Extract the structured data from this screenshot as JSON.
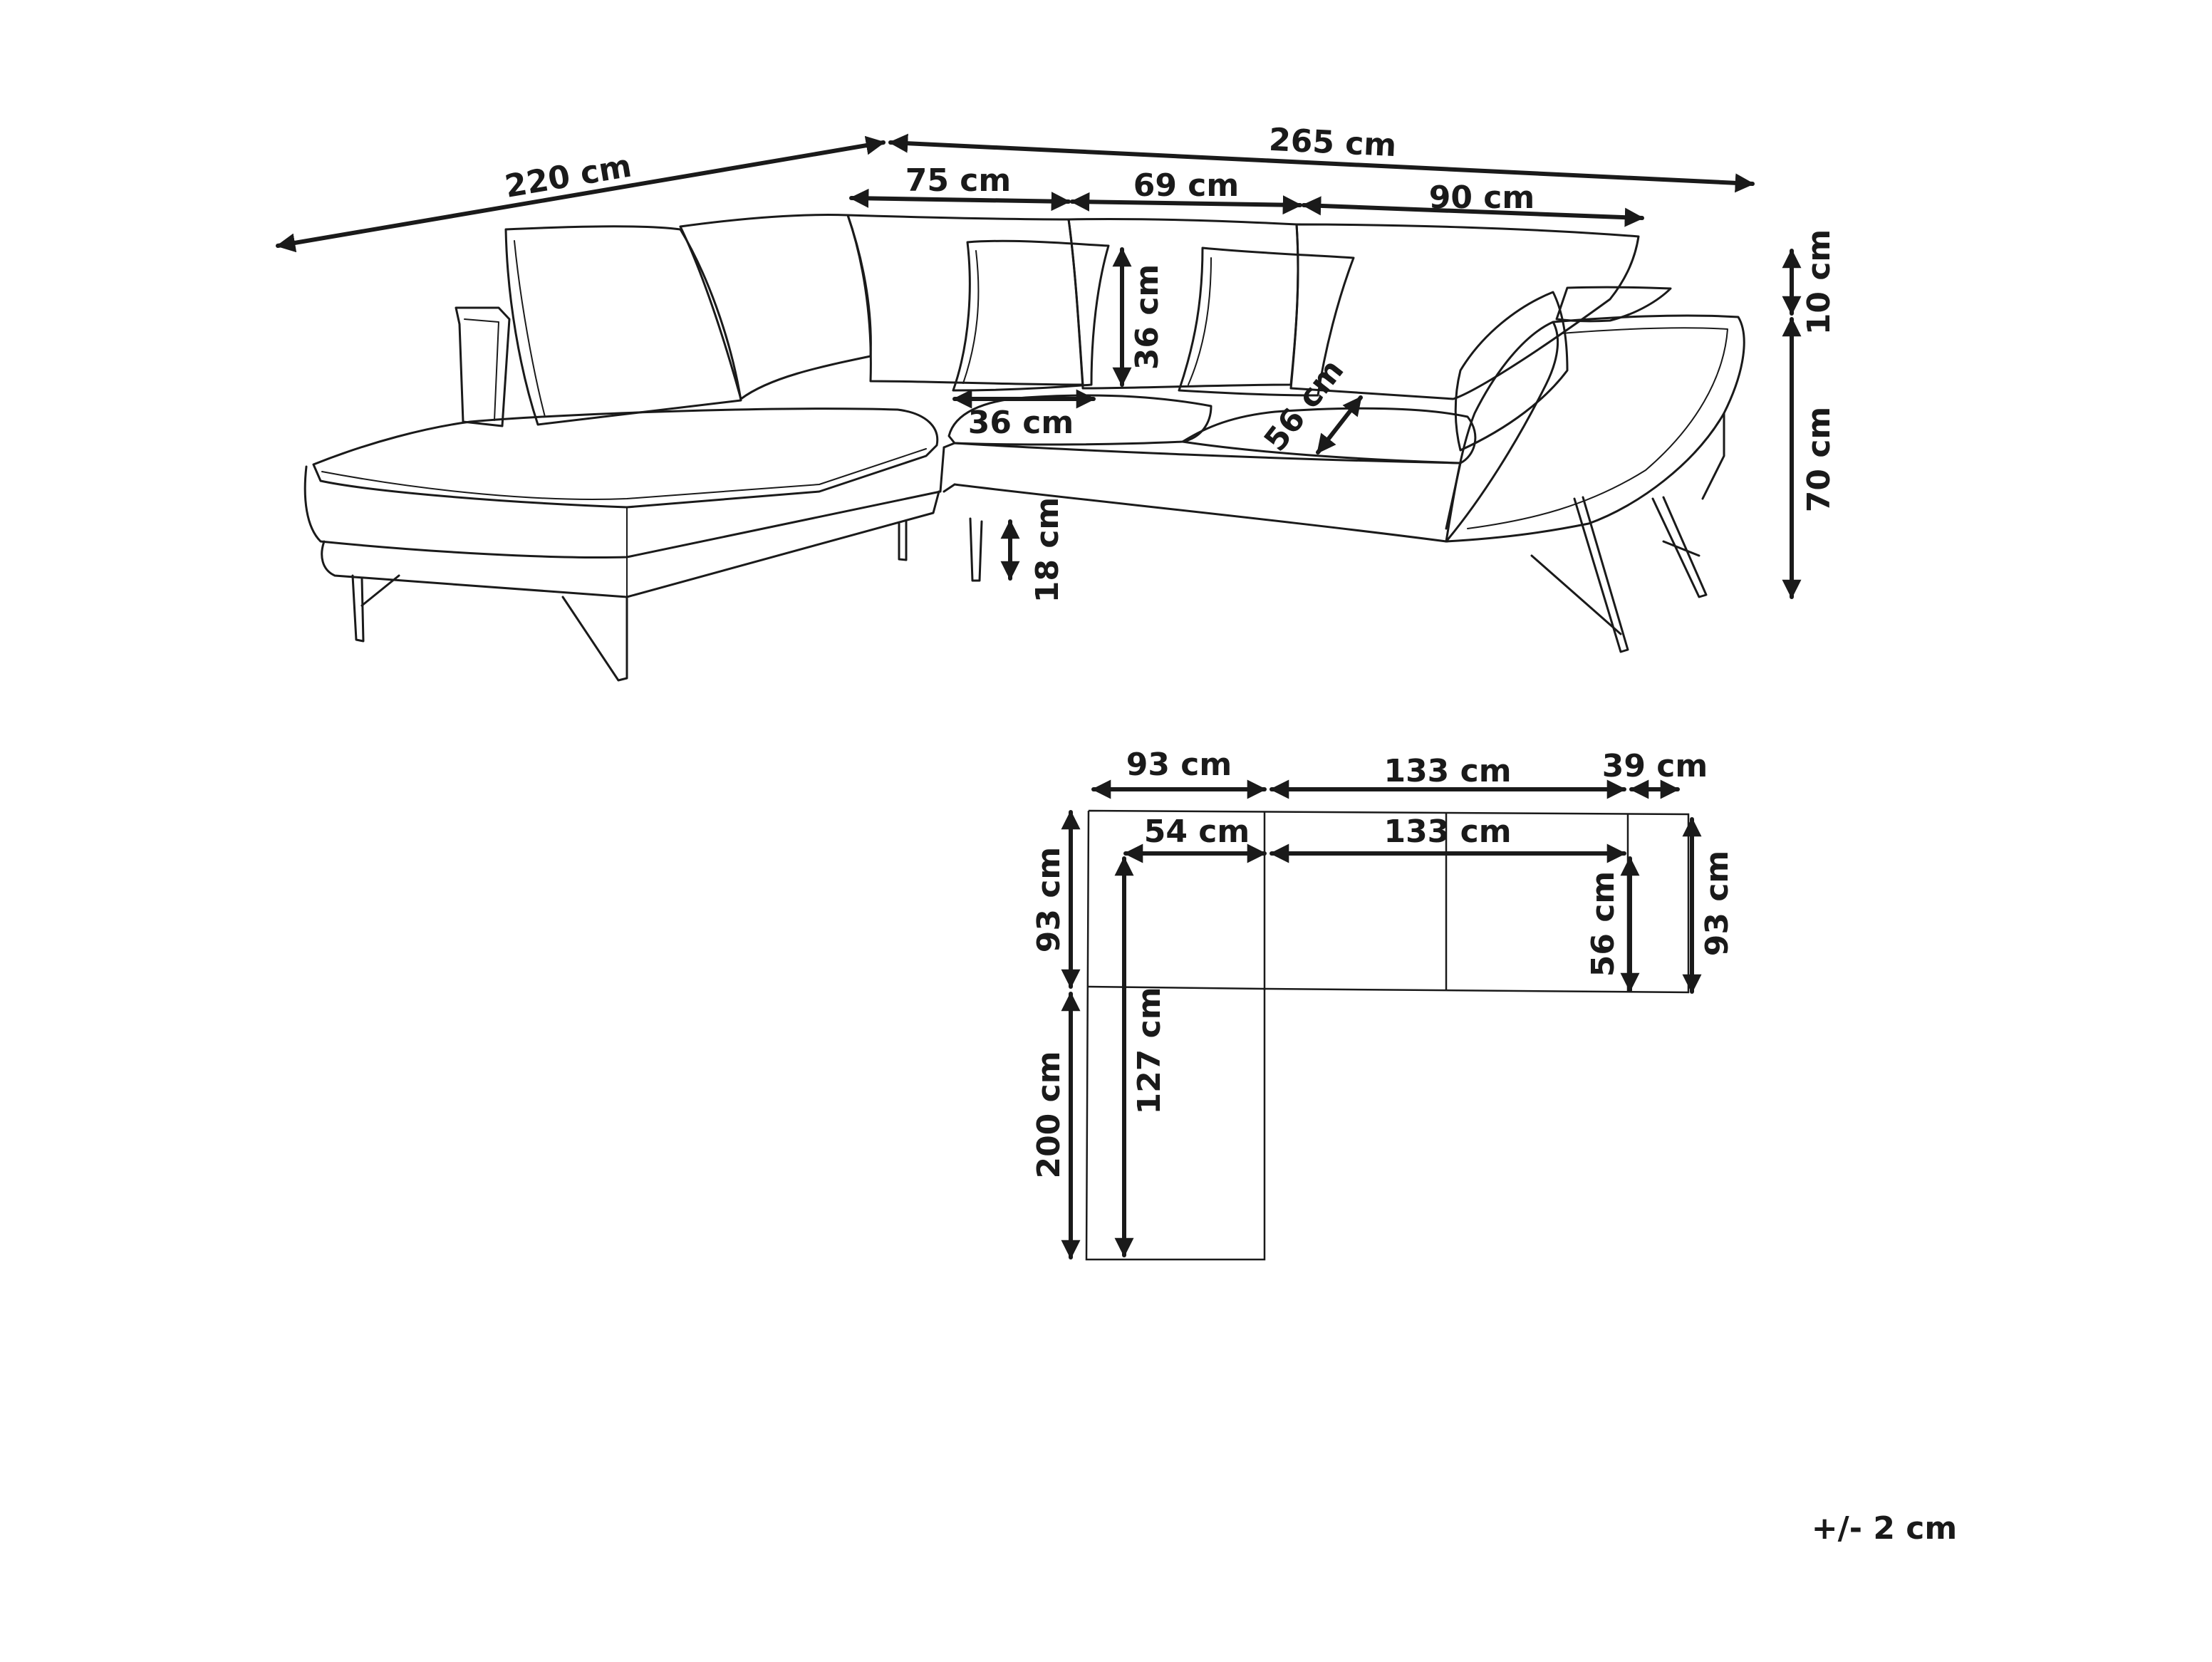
{
  "dimensions": {
    "sofa_width_left": "220 cm",
    "sofa_width_total": "265 cm",
    "back_seg_1": "75 cm",
    "back_seg_2": "69 cm",
    "back_seg_3": "90 cm",
    "backrest_extra_height": "10 cm",
    "total_height": "70 cm",
    "pillow_height": "36 cm",
    "pillow_width": "36 cm",
    "seat_depth": "56 cm",
    "leg_height": "18 cm"
  },
  "plan": {
    "top_left_width": "93 cm",
    "top_middle_width": "133 cm",
    "top_right_width": "39 cm",
    "inner_left_width": "54 cm",
    "inner_middle_width": "133 cm",
    "left_upper_depth": "93 cm",
    "left_total_length": "200 cm",
    "inner_long_length": "127 cm",
    "right_seat_depth": "56 cm",
    "right_total_depth": "93 cm"
  },
  "tolerance": "+/- 2 cm",
  "colors": {
    "line": "#1a1a1a",
    "background": "#ffffff"
  }
}
